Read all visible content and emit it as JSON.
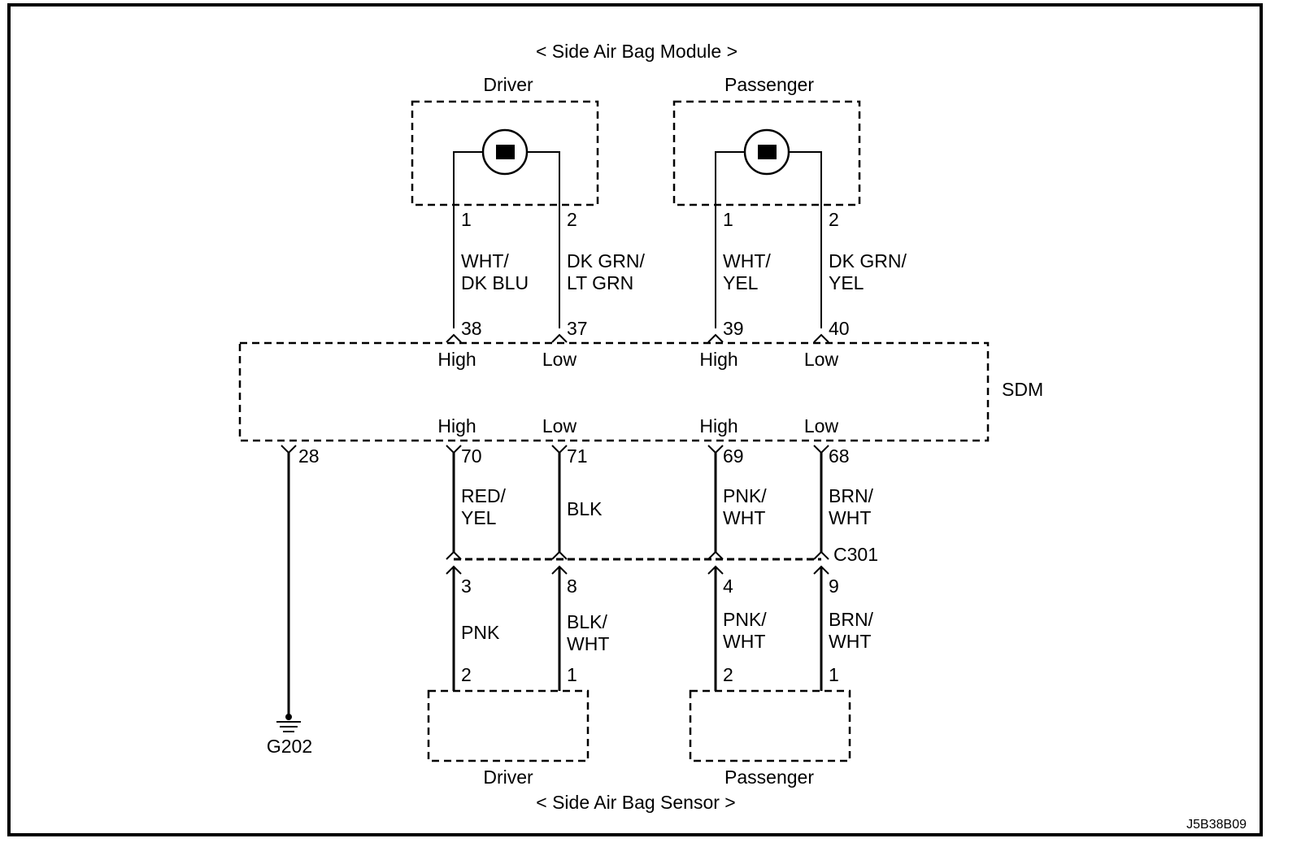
{
  "module": {
    "title": "< Side Air Bag Module >",
    "driver_label": "Driver",
    "passenger_label": "Passenger"
  },
  "sensor": {
    "title": "< Side Air Bag Sensor >",
    "driver_label": "Driver",
    "passenger_label": "Passenger"
  },
  "sdm": {
    "label": "SDM",
    "top_terms": [
      "High",
      "Low",
      "High",
      "Low"
    ],
    "bottom_terms": [
      "High",
      "Low",
      "High",
      "Low"
    ]
  },
  "upper_wires": [
    {
      "module_pin": "1",
      "color_line1": "WHT/",
      "color_line2": "DK BLU",
      "sdm_pin": "38"
    },
    {
      "module_pin": "2",
      "color_line1": "DK GRN/",
      "color_line2": "LT GRN",
      "sdm_pin": "37"
    },
    {
      "module_pin": "1",
      "color_line1": "WHT/",
      "color_line2": "YEL",
      "sdm_pin": "39"
    },
    {
      "module_pin": "2",
      "color_line1": "DK GRN/",
      "color_line2": "YEL",
      "sdm_pin": "40"
    }
  ],
  "lower_wires": [
    {
      "sdm_pin": "70",
      "color_line1": "RED/",
      "color_line2": "YEL",
      "c301_pin": "3",
      "color2_line1": "PNK",
      "color2_line2": "",
      "sensor_pin": "2"
    },
    {
      "sdm_pin": "71",
      "color_line1": "BLK",
      "color_line2": "",
      "c301_pin": "8",
      "color2_line1": "BLK/",
      "color2_line2": "WHT",
      "sensor_pin": "1"
    },
    {
      "sdm_pin": "69",
      "color_line1": "PNK/",
      "color_line2": "WHT",
      "c301_pin": "4",
      "color2_line1": "PNK/",
      "color2_line2": "WHT",
      "sensor_pin": "2"
    },
    {
      "sdm_pin": "68",
      "color_line1": "BRN/",
      "color_line2": "WHT",
      "c301_pin": "9",
      "color2_line1": "BRN/",
      "color2_line2": "WHT",
      "sensor_pin": "1"
    }
  ],
  "ground": {
    "sdm_pin": "28",
    "label": "G202"
  },
  "connector": {
    "label": "C301"
  },
  "figure_id": "J5B38B09"
}
